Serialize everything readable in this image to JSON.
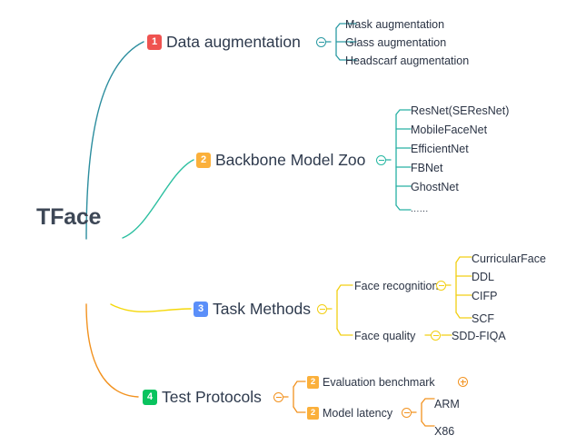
{
  "diagram": {
    "type": "mind-map",
    "root": {
      "label": "TFace"
    },
    "colors": {
      "badge_red": "#ef5350",
      "badge_orange": "#fbb03b",
      "badge_blue": "#5b8ff9",
      "badge_green": "#09c35e",
      "branch_1": "#2b8d9e",
      "branch_2": "#2bbfa0",
      "branch_3": "#f5d80a",
      "branch_4": "#f2921f",
      "text": "#2e3a4d"
    },
    "branches": [
      {
        "index": "1",
        "label": "Data augmentation",
        "badge_color": "badge-red",
        "toggle": "minus",
        "children": [
          {
            "label": "Mask augmentation"
          },
          {
            "label": "Glass augmentation"
          },
          {
            "label": "Headscarf  augmentation"
          }
        ]
      },
      {
        "index": "2",
        "label": "Backbone Model Zoo",
        "badge_color": "badge-orange",
        "toggle": "minus",
        "children": [
          {
            "label": "ResNet(SEResNet)"
          },
          {
            "label": "MobileFaceNet"
          },
          {
            "label": "EfficientNet"
          },
          {
            "label": "FBNet"
          },
          {
            "label": "GhostNet"
          },
          {
            "label": "......"
          }
        ]
      },
      {
        "index": "3",
        "label": "Task Methods",
        "badge_color": "badge-blue",
        "toggle": "minus",
        "children": [
          {
            "label": "Face recognition",
            "toggle": "minus",
            "children": [
              {
                "label": "CurricularFace"
              },
              {
                "label": "DDL"
              },
              {
                "label": "CIFP"
              },
              {
                "label": "SCF"
              }
            ]
          },
          {
            "label": "Face quality",
            "toggle": "minus",
            "children": [
              {
                "label": "SDD-FIQA"
              }
            ]
          }
        ]
      },
      {
        "index": "4",
        "label": "Test Protocols",
        "badge_color": "badge-green",
        "toggle": "minus",
        "children": [
          {
            "index": "2",
            "label": "Evaluation benchmark",
            "badge_color": "badge-orange",
            "toggle": "plus",
            "children": []
          },
          {
            "index": "2",
            "label": "Model latency",
            "badge_color": "badge-orange",
            "toggle": "minus",
            "children": [
              {
                "label": "ARM"
              },
              {
                "label": "X86"
              }
            ]
          }
        ]
      }
    ]
  }
}
